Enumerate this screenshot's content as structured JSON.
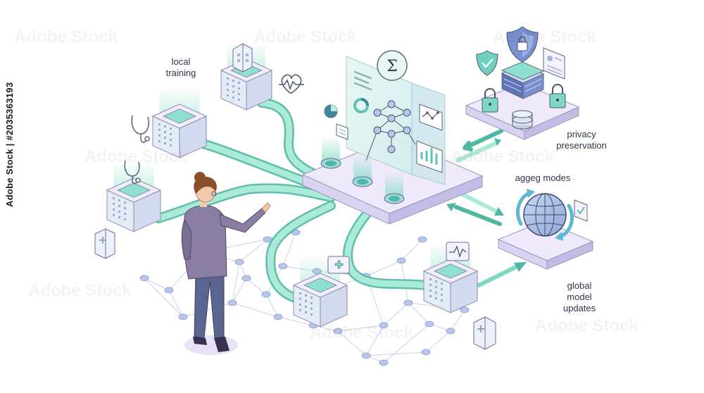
{
  "labels": {
    "local_training": "local\ntraining",
    "privacy_preservation": "privacy\npreservation",
    "aggeg_modes": "aggeg modes",
    "global_model_updates": "global\nmodel\nupdates"
  },
  "watermark_vertical": "Adobe Stock | #2035363193",
  "colors": {
    "teal": "#7fd8c4",
    "teal_dark": "#4fb8a3",
    "lavender": "#e9e4f7",
    "lavender_dark": "#c9c1e8",
    "node": "#b7c7ec",
    "line": "#c8d2ea",
    "outline": "#7a7f9a",
    "suit": "#8a7fa3",
    "pants": "#5a6690",
    "hair": "#8b4e2a",
    "skin": "#f3c9a9"
  },
  "icons": [
    "stethoscope-icon",
    "heartbeat-icon",
    "sigma-icon",
    "neural-network-icon",
    "shield-icon",
    "lock-icon",
    "globe-icon",
    "database-icon",
    "hospital-icon",
    "bar-chart-icon",
    "line-chart-icon",
    "pie-chart-icon",
    "refresh-arrows-icon"
  ]
}
